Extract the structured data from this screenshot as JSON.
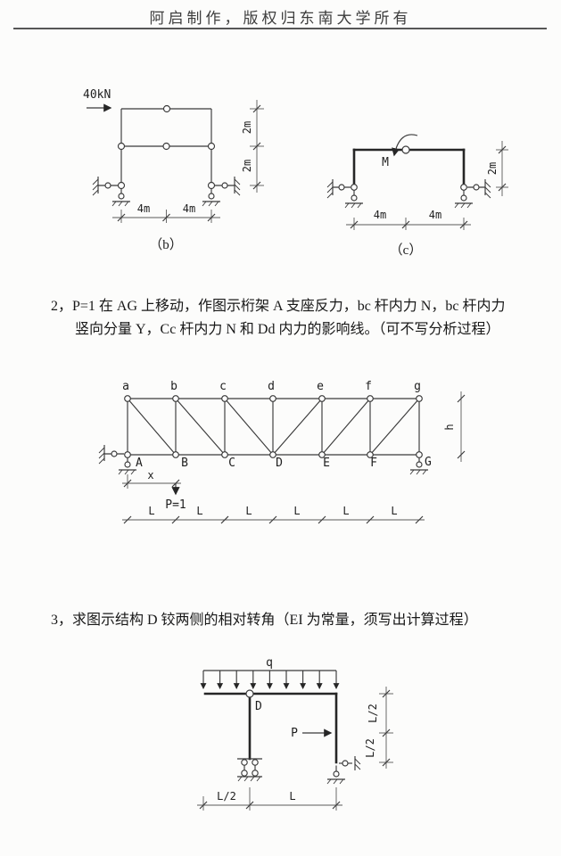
{
  "colors": {
    "ink": "#1c1c1c",
    "line": "#3a3a3a",
    "bold_line": "#262626",
    "background": "#fcfcfb"
  },
  "header": {
    "title": "阿启制作，版权归东南大学所有"
  },
  "problem2": {
    "line1": "2，P=1 在 AG 上移动，作图示桁架 A 支座反力，bc 杆内力 N，bc 杆内力",
    "line2": "竖向分量 Y，Cc 杆内力 N 和 Dd 内力的影响线。（可不写分析过程）"
  },
  "problem3": {
    "line1": "3，求图示结构 D 铰两侧的相对转角（EI 为常量，须写出计算过程）"
  },
  "diagram_b": {
    "caption": "（b）",
    "force_label": "40kN",
    "dims": {
      "h1": "4m",
      "h2": "4m",
      "v1": "2m",
      "v2": "2m"
    }
  },
  "diagram_c": {
    "caption": "（c）",
    "moment_label": "M",
    "dims": {
      "h1": "4m",
      "h2": "4m",
      "v1": "2m"
    }
  },
  "truss": {
    "top_nodes": [
      "a",
      "b",
      "c",
      "d",
      "e",
      "f",
      "g"
    ],
    "bottom_nodes": [
      "A",
      "B",
      "C",
      "D",
      "E",
      "F",
      "G"
    ],
    "labels": {
      "height": "h",
      "x": "x",
      "load": "P=1"
    },
    "spans": [
      "L",
      "L",
      "L",
      "L",
      "L",
      "L"
    ]
  },
  "frame3": {
    "labels": {
      "q": "q",
      "hinge": "D",
      "force": "P"
    },
    "dims": {
      "right_top": "L/2",
      "right_bottom": "L/2",
      "bottom_left": "L/2",
      "bottom_right": "L"
    }
  }
}
